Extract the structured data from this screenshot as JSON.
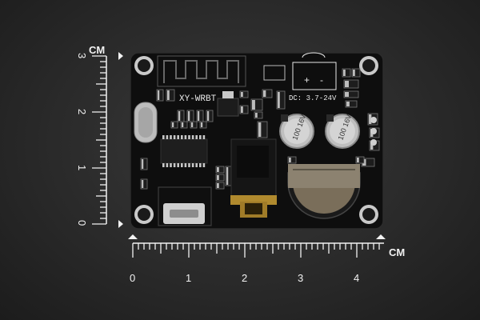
{
  "ruler_vertical": {
    "unit": "CM",
    "labels": [
      "3",
      "2",
      "1",
      "0"
    ]
  },
  "ruler_horizontal": {
    "unit": "CM",
    "labels": [
      "0",
      "1",
      "2",
      "3",
      "4"
    ]
  },
  "board": {
    "model": "XY-WRBT",
    "power_label": "DC: 3.7-24V",
    "plus_label": "+",
    "minus_label": "-",
    "capacitor_label": "100 16V"
  },
  "colors": {
    "background": "#2a2a2a",
    "pcb": "#101010",
    "silkscreen": "#e8e8e8",
    "ruler": "#f2f2f2"
  }
}
